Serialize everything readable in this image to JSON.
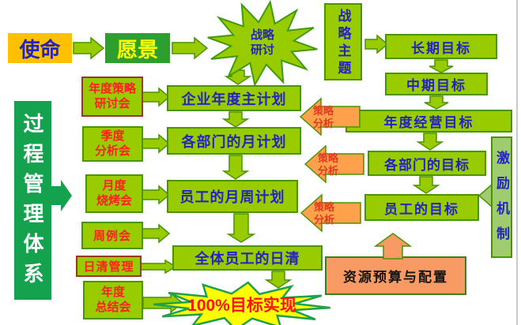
{
  "slide": {
    "top_flow": {
      "mission": "使命",
      "vision": "愿景",
      "strategy_workshop": "战略\n研讨",
      "strategy_theme": "战略主题"
    },
    "goals": {
      "long_term": "长期目标",
      "mid_term": "中期目标",
      "annual": "年度经营目标",
      "department": "各部门的目标",
      "employee": "员工的目标"
    },
    "incentive": "激励机制",
    "process_system": "过程管理体系",
    "meetings": {
      "annual_strategy": "年度策略\n研讨会",
      "quarterly": "季度\n分析会",
      "monthly_bbq": "月度\n烧烤会",
      "weekly": "周例会",
      "daily": "日清管理",
      "annual_summary": "年度\n总结会"
    },
    "plans": {
      "enterprise_annual": "企业年度主计划",
      "dept_monthly": "各部门的月计划",
      "employee_weekly": "员工的月周计划",
      "all_staff_daily": "全体员工的日清"
    },
    "strategy_analysis": "策略\n分析",
    "resource_budget": "资源预算与配置",
    "goal_achieved": "100%目标实现",
    "colors": {
      "box_green": "#99CC00",
      "border_green": "#4A9400",
      "dark_green": "#14A24E",
      "vision_green": "#2E9E2E",
      "gold": "#FFC000",
      "orange": "#FFA04D",
      "salmon": "#F89A64",
      "starburst_yellow": "#FFFF00",
      "text_blue": "#2323C1",
      "text_red": "#FF1F1F"
    }
  }
}
